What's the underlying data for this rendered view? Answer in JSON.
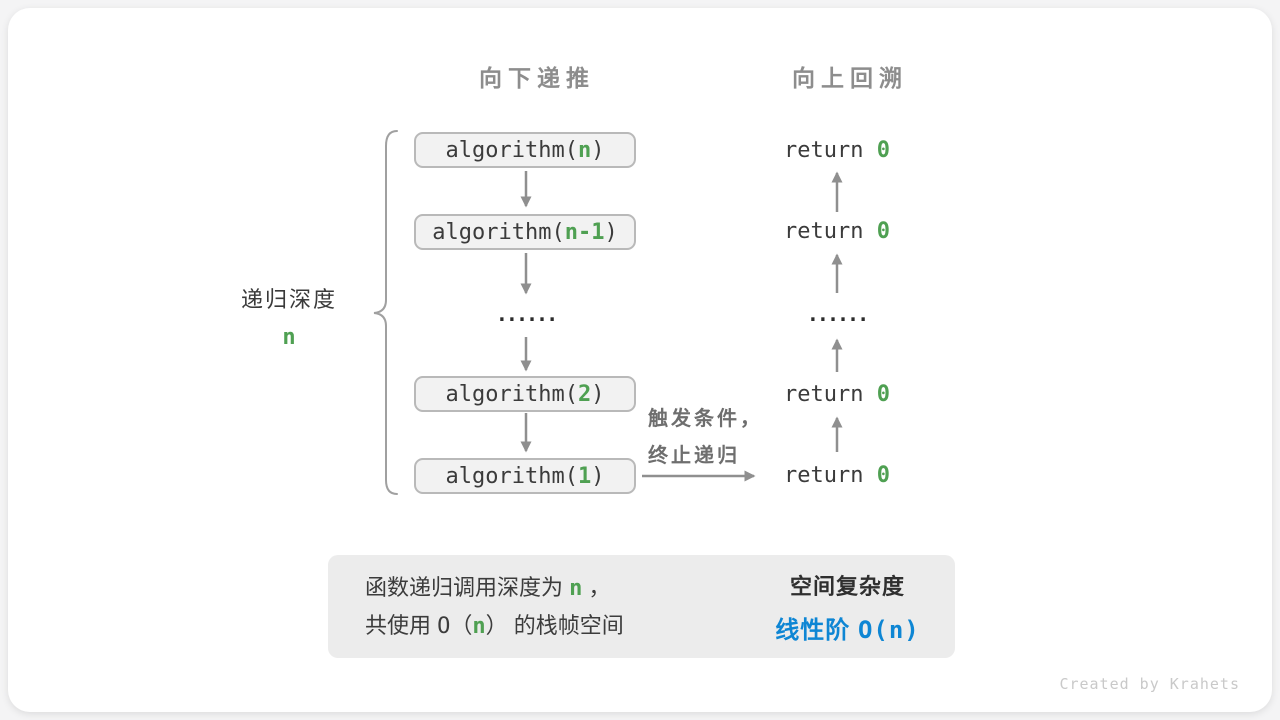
{
  "headers": {
    "recurse_down": "向下递推",
    "backtrack_up": "向上回溯"
  },
  "depth": {
    "label": "递归深度",
    "value": "n"
  },
  "code": {
    "fn_prefix": "algorithm(",
    "fn_suffix": ")",
    "args": [
      "n",
      "n-1",
      "2",
      "1"
    ],
    "return_keyword": "return ",
    "return_value": "0"
  },
  "ellipsis": "......",
  "trigger": {
    "line1": "触发条件，",
    "line2": "终止递归"
  },
  "summary": {
    "line1_pre": "函数递归调用深度为 ",
    "line1_var": "n",
    "line1_post": " ，",
    "line2_pre": "共使用 ",
    "line2_o_open": "O（",
    "line2_var": "n",
    "line2_o_close": "）",
    "line2_post": " 的栈帧空间",
    "result_title": "空间复杂度",
    "result_value_cjk": "线性阶 ",
    "result_value_bigo": "O(n)"
  },
  "watermark": "Created by Krahets",
  "colors": {
    "green": "#4fa052",
    "blue": "#0e86d4",
    "header-gray": "#8d8d8d",
    "arrow-gray": "#8f8f8f",
    "text-dark": "#3b3b3b",
    "trigger-gray": "#6e6e6e",
    "box-fill": "#f2f2f2",
    "box-border": "#b9b9b9",
    "summary-bg": "#ececec",
    "block-arrow": "#c3c3c3",
    "watermark": "#c9c9c9",
    "dots": "#2b2b2b",
    "brace": "#a0a0a0"
  }
}
